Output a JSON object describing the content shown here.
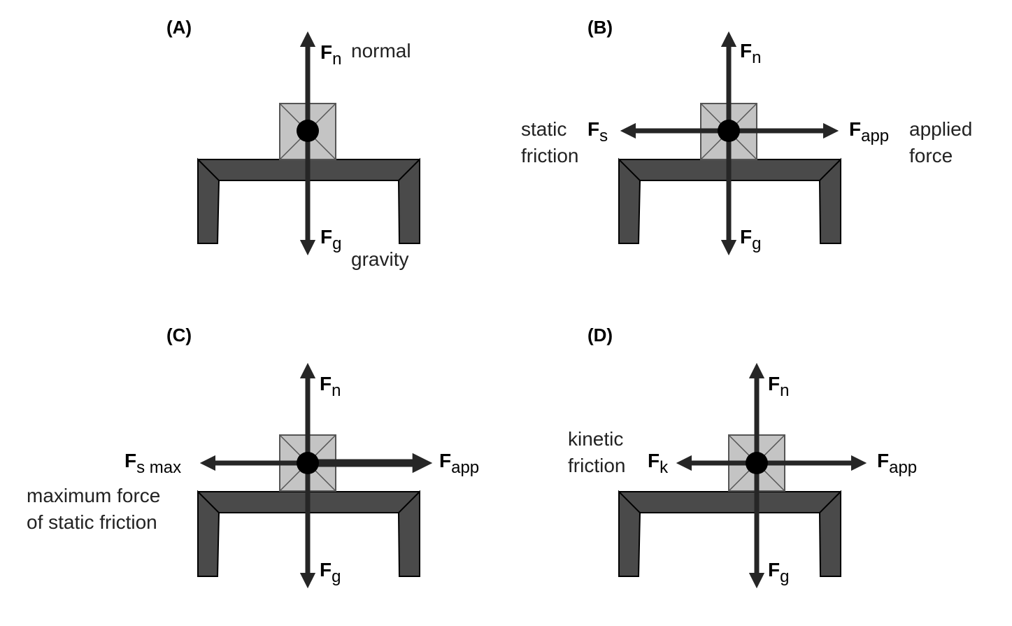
{
  "panels": {
    "a": {
      "label": "(A)",
      "normal": {
        "main": "F",
        "sub": "n",
        "desc": "normal"
      },
      "gravity": {
        "main": "F",
        "sub": "g",
        "desc": "gravity"
      }
    },
    "b": {
      "label": "(B)",
      "normal": {
        "main": "F",
        "sub": "n"
      },
      "gravity": {
        "main": "F",
        "sub": "g"
      },
      "friction": {
        "main": "F",
        "sub": "s",
        "desc_line1": "static",
        "desc_line2": "friction"
      },
      "applied": {
        "main": "F",
        "sub": "app",
        "desc_line1": "applied",
        "desc_line2": "force"
      }
    },
    "c": {
      "label": "(C)",
      "normal": {
        "main": "F",
        "sub": "n"
      },
      "gravity": {
        "main": "F",
        "sub": "g"
      },
      "friction": {
        "main": "F",
        "sub": "s max",
        "desc_line1": "maximum force",
        "desc_line2": "of static friction"
      },
      "applied": {
        "main": "F",
        "sub": "app"
      }
    },
    "d": {
      "label": "(D)",
      "normal": {
        "main": "F",
        "sub": "n"
      },
      "gravity": {
        "main": "F",
        "sub": "g"
      },
      "friction": {
        "main": "F",
        "sub": "k",
        "desc_line1": "kinetic",
        "desc_line2": "friction"
      },
      "applied": {
        "main": "F",
        "sub": "app"
      }
    }
  },
  "colors": {
    "table": "#4a4a4a",
    "box": "#c4c4c4",
    "arrow": "#262626",
    "point": "#000000"
  }
}
